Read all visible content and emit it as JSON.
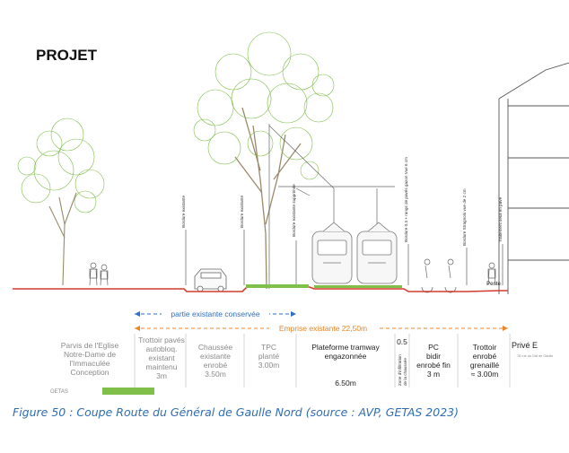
{
  "title": "PROJET",
  "caption": "Figure 50 : Coupe Route du Général de Gaulle Nord (source : AVP, GETAS 2023)",
  "dimensions": {
    "existing_kept": "partie existante conservée",
    "right_of_way": "Emprise existante 22,50m"
  },
  "sections": [
    {
      "id": "parvis",
      "text": "Parvis de l'Eglise\nNotre-Dame de\nl'Immaculée\nConception"
    },
    {
      "id": "trottoir-pave",
      "text": "Trottoir pavés\nautobloq.\nexistant\nmaintenu\n3m"
    },
    {
      "id": "chaussee",
      "text": "Chaussée\nexistante\nenrobé\n3.50m"
    },
    {
      "id": "tpc",
      "text": "TPC\nplanté\n3.00m"
    },
    {
      "id": "plateforme",
      "text": "Plateforme tramway\nengazonnée\n\n\n6.50m"
    },
    {
      "id": "zone-infiltration-width",
      "text": "0.5"
    },
    {
      "id": "pc-bidir",
      "text": "PC\nbidir\nenrobé fin\n3 m"
    },
    {
      "id": "trottoir-grenaille",
      "text": "Trottoir\nenrobé\ngrenaillé\n≈ 3.00m"
    },
    {
      "id": "prive",
      "text": "Privé E"
    }
  ],
  "vertical_labels": {
    "zone_infiltration": "Zone d'infiltration",
    "sub": "de la chaussée",
    "bordure1": "Bordure existante",
    "bordure2": "Bordure existante",
    "bordure3": "Bordure existante supprimée",
    "bordure4": "Bordure 0.3 + rangs de pavés gazon  Vue 6 cm",
    "bordure5": "Bordure Stragnolo vue de 2 cm",
    "bordure6": "Traitement seuil en pavé"
  },
  "small_labels": {
    "pente": "Pente",
    "getas": "GETAS",
    "address": "78 rue du Gal de Gaulle"
  },
  "colors": {
    "ground_red": "#d33b2c",
    "arrow_blue": "#2d6fc4",
    "arrow_orange": "#e8862a",
    "tree_green": "#7fbf4a",
    "caption_blue": "#2e6db4"
  }
}
